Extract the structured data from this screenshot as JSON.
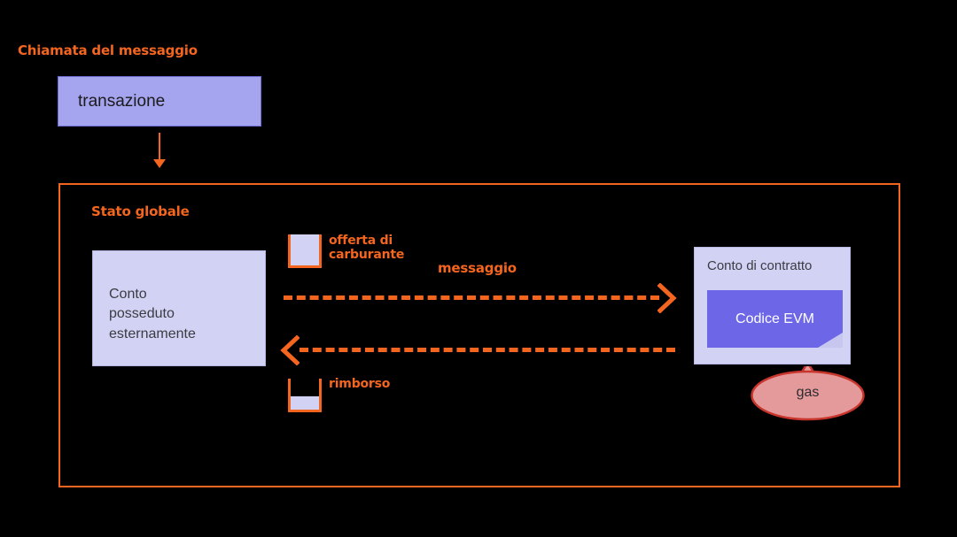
{
  "diagram": {
    "title": "Chiamata del messaggio",
    "top_box_label": "transazione",
    "frame_label": "Stato globale",
    "eoa_label": "Conto\nposseduto\nesternamente",
    "contract_label": "Conto di contratto",
    "evm_label": "Codice EVM",
    "gas_label": "gas",
    "message_label": "messaggio",
    "fuel_label": "offerta di\ncarburante",
    "refund_label": "rimborso"
  },
  "beakers": {
    "fuel_fill_percent": 100,
    "refund_fill_percent": 42
  },
  "colors": {
    "accent_orange": "#f4651f",
    "box_periwinkle": "#a5a4ee",
    "box_lavender": "#d2d2f4",
    "evm_blue": "#6d67e8",
    "gas_fill": "#e49a9a",
    "gas_border": "#c8352c",
    "background": "#000000",
    "body_text": "#3b3b42"
  }
}
